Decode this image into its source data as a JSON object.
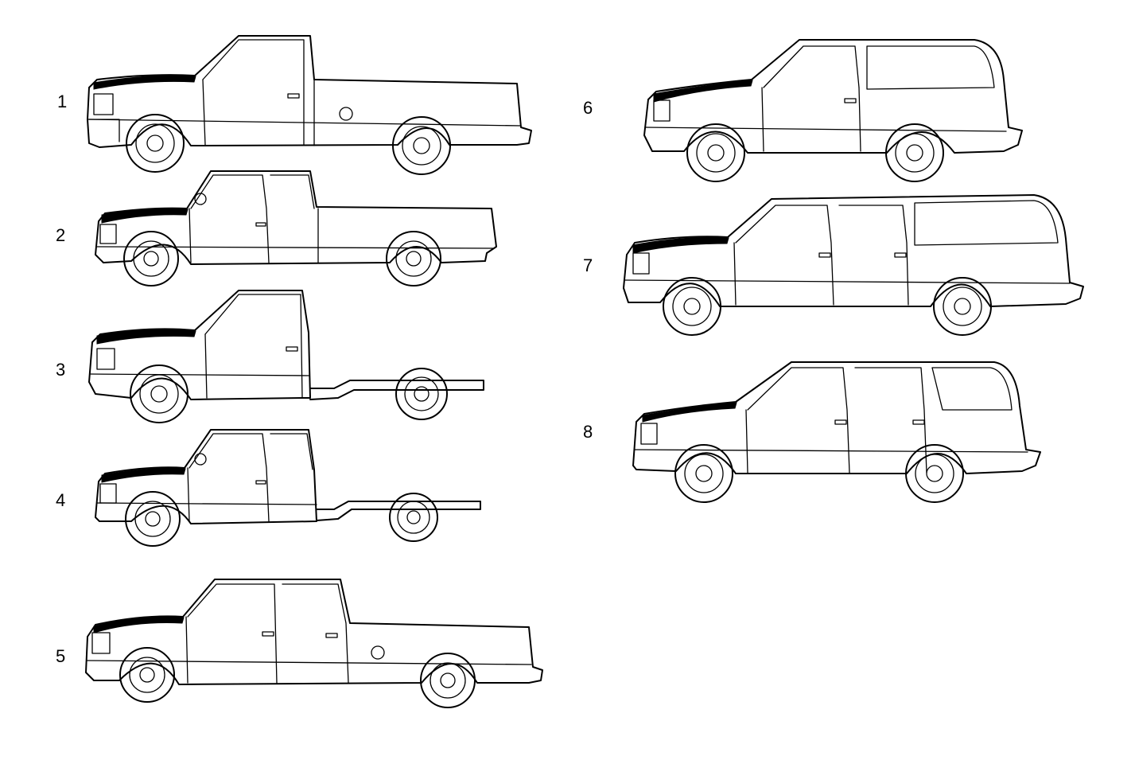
{
  "vehicles": [
    {
      "id": "1",
      "label": "1",
      "type": "regular-cab-pickup"
    },
    {
      "id": "2",
      "label": "2",
      "type": "extended-cab-pickup"
    },
    {
      "id": "3",
      "label": "3",
      "type": "regular-cab-chassis"
    },
    {
      "id": "4",
      "label": "4",
      "type": "extended-cab-chassis"
    },
    {
      "id": "5",
      "label": "5",
      "type": "crew-cab-pickup"
    },
    {
      "id": "6",
      "label": "6",
      "type": "two-door-utility"
    },
    {
      "id": "7",
      "label": "7",
      "type": "suburban-utility"
    },
    {
      "id": "8",
      "label": "8",
      "type": "four-door-utility"
    }
  ],
  "colors": {
    "line": "#000000",
    "background": "#ffffff"
  }
}
